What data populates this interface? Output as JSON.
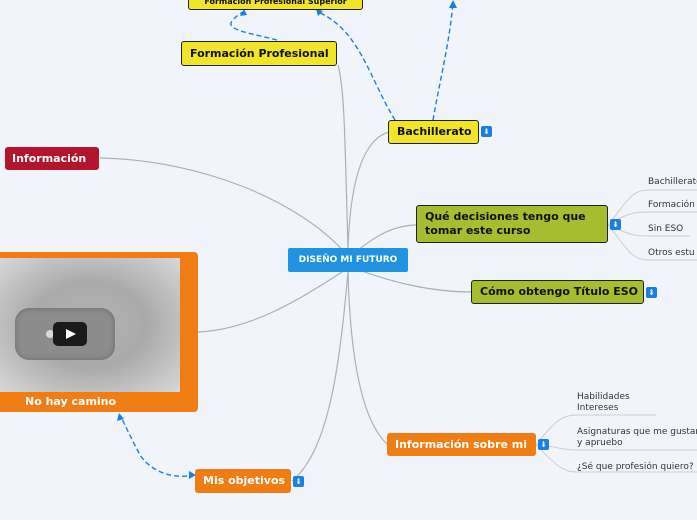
{
  "center": {
    "label": "DISEÑO MI FUTURO"
  },
  "nodes": {
    "fp_superior": "Formación Profesional Superior",
    "fp": "Formación Profesional",
    "bachillerato": "Bachillerato",
    "informacion": "Información",
    "decisiones": "Qué decisiones tengo que tomar este curso",
    "titulo_eso": "Cómo obtengo Título ESO",
    "info_sobre_mi": "Información sobre mi",
    "mis_objetivos": "Mis objetivos"
  },
  "video": {
    "caption": "No hay camino",
    "play_icon": "play-icon"
  },
  "decisiones_children": [
    "Bachillerato",
    "Formación",
    "Sin ESO",
    "Otros estu"
  ],
  "info_children": [
    "Habilidades",
    "Intereses",
    "Asignaturas que me gustan",
    "y apruebo",
    "¿Sé que profesión quiero?"
  ],
  "colors": {
    "yellow": "#f1e52a",
    "olive": "#a5bd2e",
    "orange": "#ef7d13",
    "red": "#b4142c",
    "blue": "#1f93e0",
    "link": "#aab0ba",
    "dashed": "#1a7fe0"
  },
  "icons": {
    "expand": "expand-icon"
  }
}
